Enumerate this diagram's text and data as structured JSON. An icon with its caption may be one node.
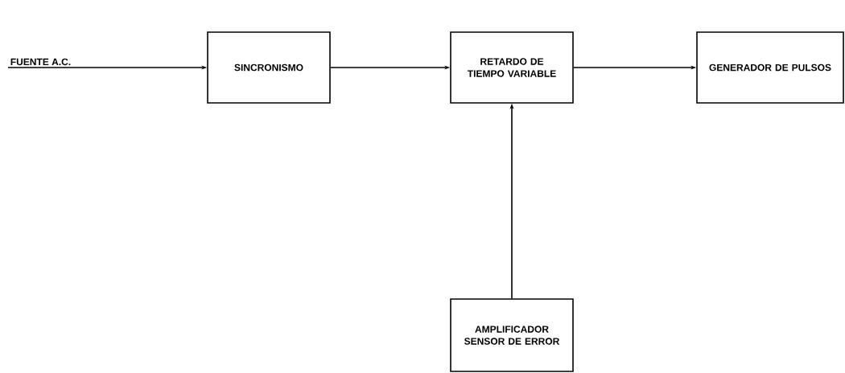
{
  "diagram": {
    "nodes": [
      {
        "text": [
          "FUENTE A.C."
        ]
      },
      {
        "text": [
          "SINCRONISMO"
        ]
      },
      {
        "text": [
          "RETARDO DE TIEMPO VARIABLE"
        ]
      },
      {
        "text": [
          "GENERADOR DE PULSOS"
        ]
      },
      {
        "text": [
          "AMPLIFICADOR SENSOR DE ERROR"
        ]
      }
    ],
    "edges": [
      {
        "from": 0,
        "to": 1,
        "arrow": "to"
      },
      {
        "from": 1,
        "to": 2,
        "arrow": "to"
      },
      {
        "from": 2,
        "to": 3,
        "arrow": "to"
      },
      {
        "from": 4,
        "to": 2,
        "arrow": "to"
      }
    ]
  }
}
